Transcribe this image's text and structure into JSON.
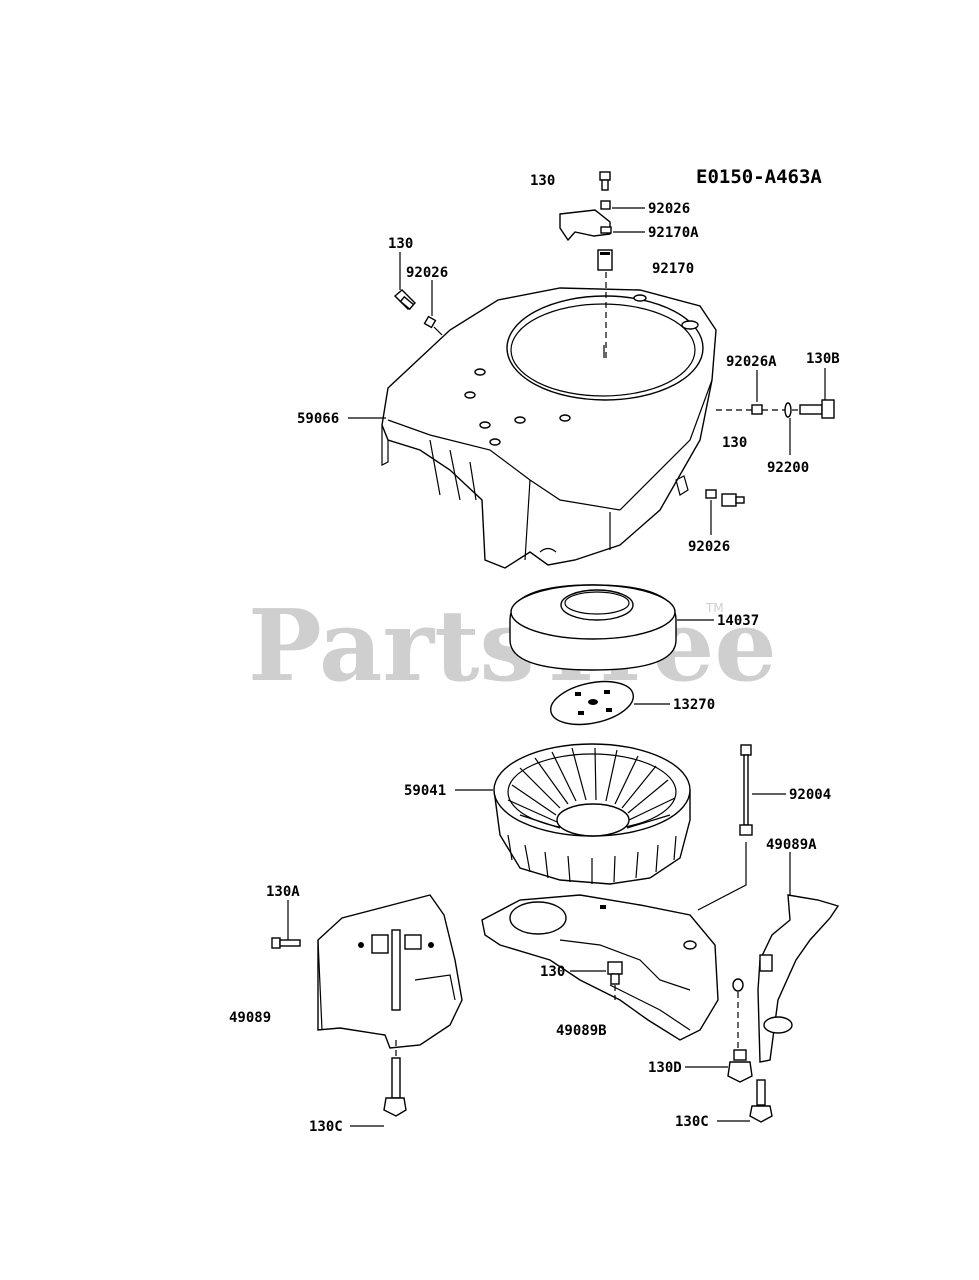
{
  "diagram": {
    "code": "E0150-A463A",
    "watermark": "PartsTree",
    "trademark": "TM",
    "callouts": [
      {
        "id": "c-130-top",
        "text": "130"
      },
      {
        "id": "c-92026-top",
        "text": "92026"
      },
      {
        "id": "c-92170A",
        "text": "92170A"
      },
      {
        "id": "c-92170",
        "text": "92170"
      },
      {
        "id": "c-130-left",
        "text": "130"
      },
      {
        "id": "c-92026-left",
        "text": "92026"
      },
      {
        "id": "c-92026A",
        "text": "92026A"
      },
      {
        "id": "c-130B",
        "text": "130B"
      },
      {
        "id": "c-59066",
        "text": "59066"
      },
      {
        "id": "c-130-right",
        "text": "130"
      },
      {
        "id": "c-92200",
        "text": "92200"
      },
      {
        "id": "c-92026-right",
        "text": "92026"
      },
      {
        "id": "c-14037",
        "text": "14037"
      },
      {
        "id": "c-13270",
        "text": "13270"
      },
      {
        "id": "c-59041",
        "text": "59041"
      },
      {
        "id": "c-92004",
        "text": "92004"
      },
      {
        "id": "c-49089A",
        "text": "49089A"
      },
      {
        "id": "c-130A",
        "text": "130A"
      },
      {
        "id": "c-130-bottom",
        "text": "130"
      },
      {
        "id": "c-49089",
        "text": "49089"
      },
      {
        "id": "c-49089B",
        "text": "49089B"
      },
      {
        "id": "c-130D",
        "text": "130D"
      },
      {
        "id": "c-130C-left",
        "text": "130C"
      },
      {
        "id": "c-130C-right",
        "text": "130C"
      }
    ]
  }
}
